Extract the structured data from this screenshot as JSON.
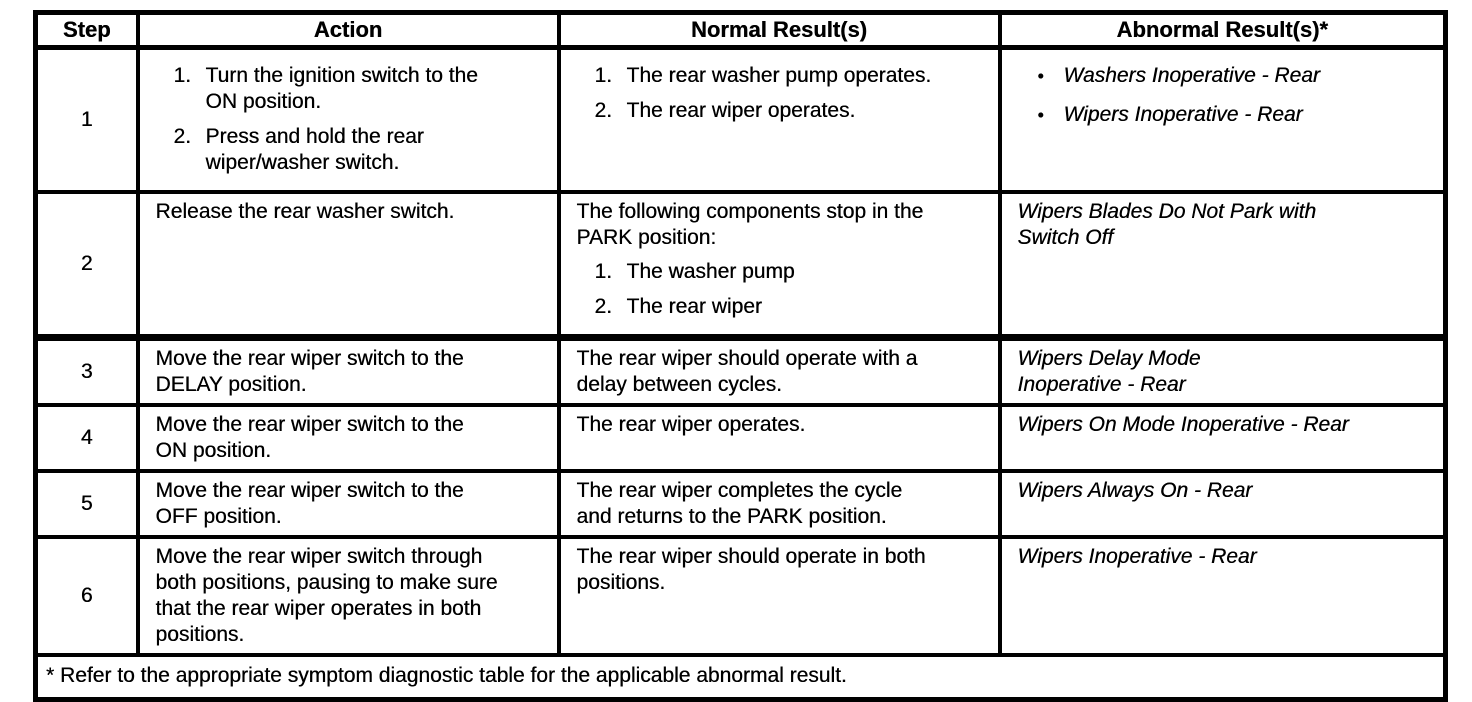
{
  "table": {
    "bullet_char": "•",
    "headers": [
      {
        "id": "step",
        "label": "Step"
      },
      {
        "id": "action",
        "label": "Action"
      },
      {
        "id": "normal",
        "label": "Normal Result(s)"
      },
      {
        "id": "abnormal",
        "label": "Abnormal Result(s)*"
      }
    ],
    "rows": [
      {
        "step": "1",
        "action": {
          "type": "olist",
          "items": [
            "Turn the ignition switch to the\nON position.",
            "Press and hold the rear\nwiper/washer switch."
          ]
        },
        "normal": {
          "type": "olist",
          "items": [
            "The rear washer pump operates.",
            "The rear wiper operates."
          ]
        },
        "abnormal": {
          "type": "bullets",
          "items": [
            "Washers Inoperative - Rear",
            "Wipers Inoperative - Rear"
          ]
        }
      },
      {
        "step": "2",
        "action": {
          "type": "text",
          "text": "Release the rear washer switch."
        },
        "normal": {
          "type": "text+olist",
          "text": "The following components stop in the\nPARK position:",
          "items": [
            "The washer pump",
            "The rear wiper"
          ]
        },
        "abnormal": {
          "type": "text",
          "text": "Wipers Blades Do Not Park with\nSwitch Off"
        }
      },
      {
        "step": "3",
        "thick_top": true,
        "action": {
          "type": "text",
          "text": "Move the rear wiper switch to the\nDELAY position."
        },
        "normal": {
          "type": "text",
          "text": "The rear wiper should operate with a\ndelay between cycles."
        },
        "abnormal": {
          "type": "text",
          "text": "Wipers Delay Mode\nInoperative - Rear"
        }
      },
      {
        "step": "4",
        "action": {
          "type": "text",
          "text": "Move the rear wiper switch to the\nON position."
        },
        "normal": {
          "type": "text",
          "text": "The rear wiper operates."
        },
        "abnormal": {
          "type": "text",
          "text": "Wipers On Mode Inoperative - Rear"
        }
      },
      {
        "step": "5",
        "action": {
          "type": "text",
          "text": "Move the rear wiper switch to the\nOFF position."
        },
        "normal": {
          "type": "text",
          "text": "The rear wiper completes the cycle\nand returns to the PARK position."
        },
        "abnormal": {
          "type": "text",
          "text": "Wipers Always On - Rear"
        }
      },
      {
        "step": "6",
        "action": {
          "type": "text",
          "text": "Move the rear wiper switch through\nboth positions, pausing to make sure\nthat the rear wiper operates in both\npositions."
        },
        "normal": {
          "type": "text",
          "text": "The rear wiper should operate in both\npositions."
        },
        "abnormal": {
          "type": "text",
          "text": "Wipers Inoperative - Rear"
        }
      }
    ],
    "footnote": "* Refer to the appropriate symptom diagnostic table for the applicable abnormal result."
  }
}
